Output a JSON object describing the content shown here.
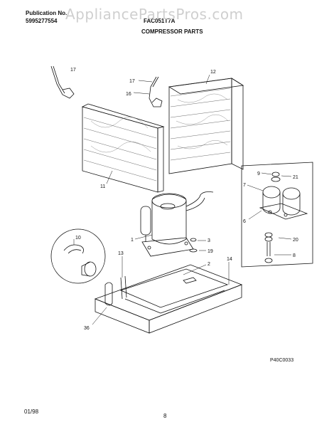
{
  "header": {
    "publication_label": "Publication No.",
    "publication_number": "5995277554",
    "model_partial": "FAC051T7A",
    "watermark": "AppliancePartsPros.com",
    "section_title": "COMPRESSOR PARTS"
  },
  "diagram": {
    "code": "P40C0033",
    "callouts": [
      "17",
      "12",
      "17",
      "16",
      "11",
      "9",
      "21",
      "7",
      "6",
      "20",
      "8",
      "1",
      "3",
      "19",
      "10",
      "13",
      "2",
      "14",
      "36"
    ]
  },
  "footer": {
    "date": "01/98",
    "page": "8"
  }
}
